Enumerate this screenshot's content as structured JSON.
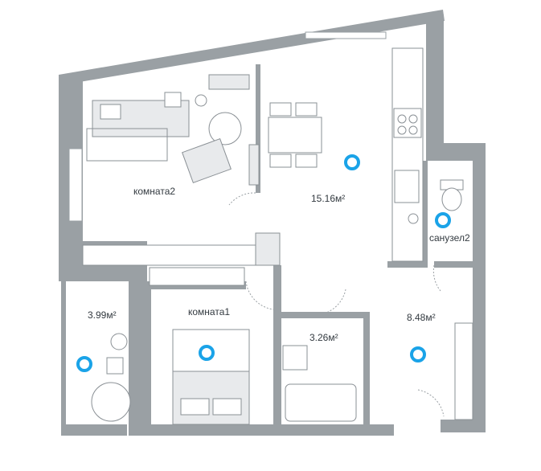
{
  "rooms": [
    {
      "id": "room2",
      "name": "комната2",
      "area": ""
    },
    {
      "id": "living",
      "name": "",
      "area": "15.16м²"
    },
    {
      "id": "bath-small",
      "name": "санузел2",
      "area": ""
    },
    {
      "id": "balcony",
      "name": "",
      "area": "3.99м²"
    },
    {
      "id": "room1",
      "name": "комната1",
      "area": ""
    },
    {
      "id": "bath",
      "name": "",
      "area": "3.26м²"
    },
    {
      "id": "hall",
      "name": "",
      "area": "8.48м²"
    }
  ],
  "colors": {
    "wall": "#9aa0a4",
    "marker": "#1aa3e8",
    "label": "#333a40"
  }
}
